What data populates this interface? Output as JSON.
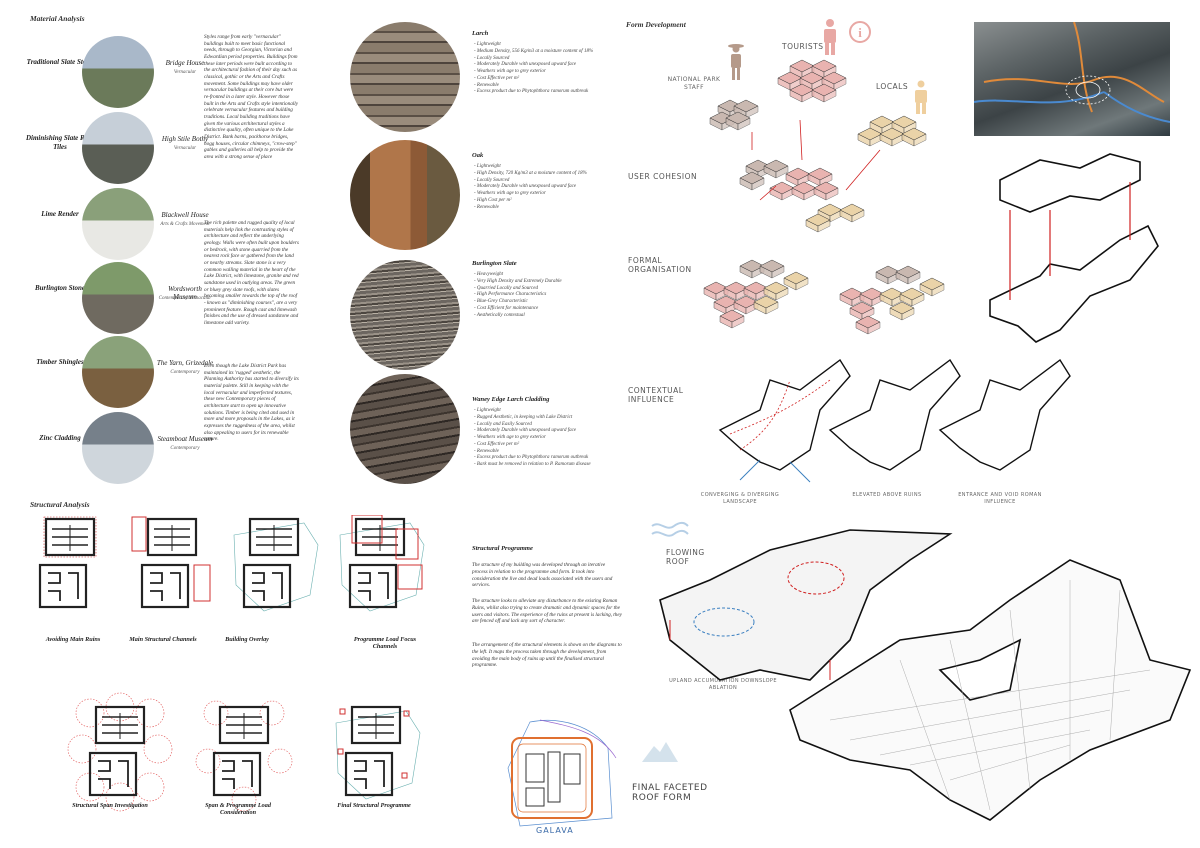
{
  "sections": {
    "material": "Material Analysis",
    "structural": "Structural Analysis",
    "form": "Form Development",
    "programme": "Structural Programme"
  },
  "materials": [
    {
      "label": "Traditional Slate Stone",
      "name": "Bridge House",
      "style": "Vernacular",
      "color1": "#6b7a5a",
      "color2": "#a9b8c9"
    },
    {
      "label": "Diminishing Slate Roof Tiles",
      "name": "High Stile Bothy",
      "style": "Vernacular",
      "color1": "#5a5e55",
      "color2": "#c6cfd8"
    },
    {
      "label": "Lime Render",
      "name": "Blackwell House",
      "style": "Arts & Crafts Movement",
      "color1": "#e8e8e4",
      "color2": "#8aa07a"
    },
    {
      "label": "Burlington Stone",
      "name": "Wordsworth Museum",
      "style": "Contemporary Vernacular",
      "color1": "#6f6a60",
      "color2": "#7e9a6a"
    },
    {
      "label": "Timber Shingles",
      "name": "The Yarn, Grizedale",
      "style": "Contemporary",
      "color1": "#7a6040",
      "color2": "#8aa27a"
    },
    {
      "label": "Zinc Cladding",
      "name": "Steamboat Museum",
      "style": "Contemporary",
      "color1": "#cfd6dc",
      "color2": "#76808a"
    }
  ],
  "material_text": [
    "Styles range from early \"vernacular\" buildings built to meet basic functional needs, through to Georgian, Victorian and Edwardian period properties. Buildings from these later periods were built according to the architectural fashion of their day such as classical, gothic or the Arts and Crafts movement. Some buildings may have older vernacular buildings at their core but were re-fronted in a later style. However those built in the Arts and Crafts style intentionally celebrate vernacular features and building traditions. Local building traditions have given the various architectural styles a distinctive quality, often unique to the Lake District. Bank barns, packhorse bridges, hogg houses, circular chimneys, \"crow-step\" gables and galleries all help to provide the area with a strong sense of place",
    "The rich palette and rugged quality of local materials help link the contrasting styles of architecture and reflect the underlying geology. Walls were often built upon boulders or bedrock, with stone quarried from the nearest rock face or gathered from the land or nearby streams. Slate stone is a very common walling material in the heart of the Lake District, with limestone, granite and red sandstone used in outlying areas. The green or bluey grey slate roofs, with slates becoming smaller towards the top of the roof - known as \"diminishing courses\", are a very prominent feature. Rough cast and limewash finishes and the use of dressed sandstone and limestone add variety.",
    "Even though the Lake District Park has maintained its 'rugged' aesthetic, the Planning Authority has started to diversify its material palette. Still in keeping with the local vernacular and imperfected textures, these new Contemporary pieces of architecture start to open up innovative solutions. Timber is being cited and used in more and more proposals in the Lakes, as it expresses the ruggedness of the area, whilst also appealing to users for its renewable nature."
  ],
  "timbers": [
    {
      "title": "Larch",
      "items": [
        "Lightweight",
        "Medium Density, 556 Kg/m3 at a moisture content of 18%",
        "Locally Sourced",
        "Moderately Durable with unexposed upward face",
        "Weathers with age to grey exterior",
        "Cost Effective per m²",
        "Renewable",
        "Excess product due to Phytophthora ramorum outbreak"
      ]
    },
    {
      "title": "Oak",
      "items": [
        "Lightweight",
        "High Density, 720 Kg/m3 at a moisture content of 18%",
        "Locally Sourced",
        "Moderately Durable with unexposed upward face",
        "Weathers with age to grey exterior",
        "High Cost per m²",
        "Renewable"
      ]
    },
    {
      "title": "Burlington Slate",
      "items": [
        "Heavyweight",
        "Very High Density and Extremely Durable",
        "Quarried Locally and Sourced",
        "High Performance Characteristics",
        "Blue-Grey Characteristic",
        "Cost Efficient for maintenance",
        "Aesthetically contextual"
      ]
    },
    {
      "title": "Waney Edge Larch Cladding",
      "items": [
        "Lightweight",
        "Rugged Aesthetic, in keeping with Lake District",
        "Locally and Easily Sourced",
        "Moderately Durable with unexposed upward face",
        "Weathers with age to grey exterior",
        "Cost Effective per m²",
        "Renewable",
        "Excess product due to Phytophthora ramorum outbreak",
        "Bark must be removed in relation to P. Ramorum disease"
      ]
    }
  ],
  "structural_captions": [
    "Avoiding Main Ruins",
    "Main Structural Channels",
    "Building Overlay",
    "Programme Load Focus Channels",
    "Structural Span Investigation",
    "Span & Programme Load Consideration",
    "Final Structural Programme"
  ],
  "programme_text": [
    "The structure of my building was developed through an iterative process in relation to the programme and form. It took into consideration the live and dead loads associated with the users and services.",
    "The structure looks to alleviate any disturbance to the existing Roman Ruins, whilst also trying to create dramatic and dynamic spaces for the users and visitors. The experience of the ruins at present is lacking, they are fenced off and lack any sort of character.",
    "The arrangement of the structural elements is shown on the diagrams to the left. It maps the process taken through the development, from avoiding the main body of ruins up until the finalised structural programme."
  ],
  "form_labels": {
    "tourists": "TOURISTS",
    "staff": "NATIONAL PARK STAFF",
    "locals": "LOCALS",
    "cohesion": "USER COHESION",
    "formal": "FORMAL ORGANISATION",
    "contextual": "CONTEXTUAL INFLUENCE",
    "conv": "CONVERGING & DIVERGING LANDSCAPE",
    "elev": "ELEVATED ABOVE RUINS",
    "entr": "ENTRANCE AND VOID ROMAN INFLUENCE",
    "flowing": "FLOWING ROOF",
    "upland": "UPLAND ACCUMULATION DOWNSLOPE ABLATION",
    "final": "FINAL FACETED ROOF FORM",
    "galava": "GALAVA"
  },
  "colors": {
    "pink": "#e9b3b0",
    "tan": "#ead3a8",
    "grey": "#c9b8b0",
    "red": "#d02020",
    "blue": "#3a7fc0"
  }
}
